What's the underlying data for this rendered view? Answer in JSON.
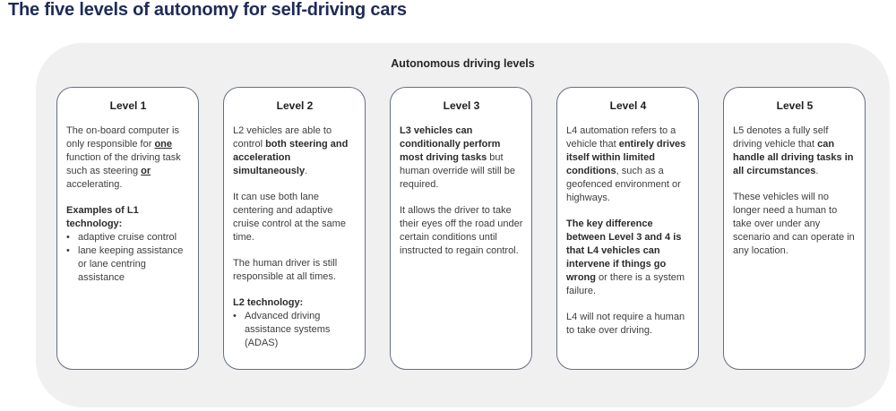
{
  "page_title": "The five levels of autonomy for self-driving cars",
  "bullet_icon": "•",
  "colors": {
    "title": "#1f2b56",
    "panel_bg": "#f0f0f1",
    "card_border": "#656e80",
    "text": "#3d3d3d"
  },
  "panel": {
    "title": "Autonomous driving levels",
    "cards": [
      {
        "title": "Level 1",
        "blocks": [
          {
            "type": "paragraph",
            "runs": [
              {
                "t": "The on-board computer is only responsible for "
              },
              {
                "t": "one",
                "b": true,
                "u": true
              },
              {
                "t": " function of the driving task such as steering "
              },
              {
                "t": "or",
                "b": true,
                "u": true
              },
              {
                "t": " accelerating."
              }
            ]
          },
          {
            "type": "list",
            "title_runs": [
              {
                "t": "Examples of L1 technology:",
                "b": true
              }
            ],
            "items": [
              [
                {
                  "t": "adaptive cruise control"
                }
              ],
              [
                {
                  "t": "lane keeping assistance or lane centring assistance"
                }
              ]
            ]
          }
        ]
      },
      {
        "title": "Level 2",
        "blocks": [
          {
            "type": "paragraph",
            "runs": [
              {
                "t": "L2 vehicles are able to control "
              },
              {
                "t": "both steering and acceleration simultaneously",
                "b": true
              },
              {
                "t": "."
              }
            ]
          },
          {
            "type": "paragraph",
            "runs": [
              {
                "t": "It can use both lane centering and adaptive cruise control at the same time."
              }
            ]
          },
          {
            "type": "paragraph",
            "runs": [
              {
                "t": "The human driver is still responsible at all times."
              }
            ]
          },
          {
            "type": "list",
            "title_runs": [
              {
                "t": "L2 technology:",
                "b": true
              }
            ],
            "items": [
              [
                {
                  "t": "Advanced driving assistance systems (ADAS)"
                }
              ]
            ]
          }
        ]
      },
      {
        "title": "Level 3",
        "blocks": [
          {
            "type": "paragraph",
            "runs": [
              {
                "t": "L3 vehicles can conditionally perform most driving tasks",
                "b": true
              },
              {
                "t": " but human override will still be required."
              }
            ]
          },
          {
            "type": "paragraph",
            "runs": [
              {
                "t": "It allows the driver to take their eyes off the road under certain conditions until instructed to regain control."
              }
            ]
          }
        ]
      },
      {
        "title": "Level 4",
        "blocks": [
          {
            "type": "paragraph",
            "runs": [
              {
                "t": "L4 automation refers to a vehicle that "
              },
              {
                "t": "entirely drives itself within limited conditions",
                "b": true
              },
              {
                "t": ", such as a geofenced environment or highways."
              }
            ]
          },
          {
            "type": "paragraph",
            "runs": [
              {
                "t": "The key difference between Level 3 and 4 is that L4 vehicles can intervene if things go wrong",
                "b": true
              },
              {
                "t": " or there is a system failure."
              }
            ]
          },
          {
            "type": "paragraph",
            "runs": [
              {
                "t": "L4 will not require a human to take over driving."
              }
            ]
          }
        ]
      },
      {
        "title": "Level 5",
        "blocks": [
          {
            "type": "paragraph",
            "runs": [
              {
                "t": "L5 denotes a fully self driving vehicle that "
              },
              {
                "t": "can handle all driving tasks in all circumstances",
                "b": true
              },
              {
                "t": "."
              }
            ]
          },
          {
            "type": "paragraph",
            "runs": [
              {
                "t": "These vehicles will no longer need a human to take over under any scenario and can operate in any location."
              }
            ]
          }
        ]
      }
    ]
  }
}
